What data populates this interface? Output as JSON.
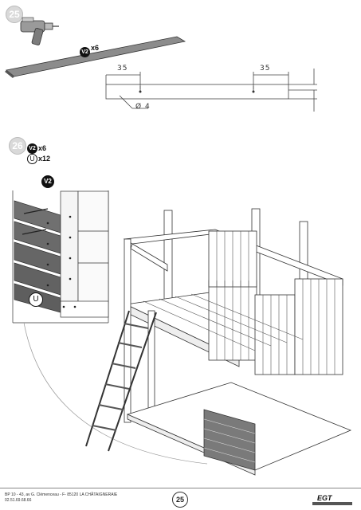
{
  "step25": {
    "number": "25",
    "part_label": "V2",
    "qty": "x6",
    "dim_left": "35",
    "dim_right": "35",
    "diameter": "Ø 4"
  },
  "step26": {
    "number": "26",
    "part_v2": "V2",
    "qty_v2": "x6",
    "part_u": "U",
    "qty_u": "x12"
  },
  "detail": {
    "callout_v2": "V2",
    "callout_u": "U"
  },
  "footer": {
    "address_line1": "BP 10 - 43, av G. Clémenceau - F- 85120 LA CHÂTAIGNERAIE",
    "address_line2": "02.51.69.68.66",
    "page_number": "25",
    "logo": "EGT"
  }
}
